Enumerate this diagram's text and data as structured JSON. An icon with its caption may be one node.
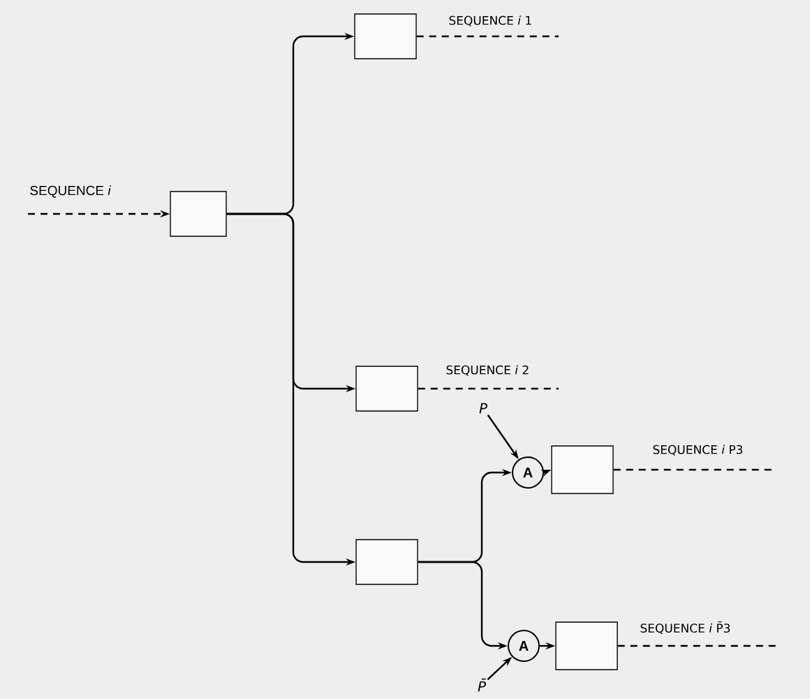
{
  "diagram": {
    "nodes": [
      {
        "text": [],
        "shape": "box"
      },
      {
        "text": [],
        "shape": "box",
        "beside": [
          "SEQUENCE *i* 1"
        ]
      },
      {
        "text": [],
        "shape": "box",
        "beside": [
          "SEQUENCE *i* 2"
        ]
      },
      {
        "text": [],
        "shape": "box"
      },
      {
        "text": [
          "A"
        ]
      },
      {
        "text": [
          "A"
        ]
      },
      {
        "text": [],
        "shape": "box",
        "beside": [
          "SEQUENCE *i* P3"
        ]
      },
      {
        "text": [],
        "shape": "box",
        "beside": [
          "SEQUENCE *i* P̄3"
        ]
      },
      {
        "text": [
          "P"
        ]
      },
      {
        "text": [
          "P̄"
        ]
      }
    ],
    "edges": [
      {
        "from": null,
        "to": 0,
        "arrow": "to",
        "style": "dashed",
        "label": "SEQUENCE *i*"
      },
      {
        "from": 0,
        "to": 1,
        "arrow": "to"
      },
      {
        "from": 0,
        "to": 2,
        "arrow": "to"
      },
      {
        "from": 0,
        "to": 3,
        "arrow": "to"
      },
      {
        "from": 1,
        "to": null,
        "arrow": "none",
        "style": "dashed"
      },
      {
        "from": 2,
        "to": null,
        "arrow": "none",
        "style": "dashed"
      },
      {
        "from": 3,
        "to": 4,
        "arrow": "to"
      },
      {
        "from": 3,
        "to": 5,
        "arrow": "to"
      },
      {
        "from": 8,
        "to": 4,
        "arrow": "to"
      },
      {
        "from": 9,
        "to": 5,
        "arrow": "to"
      },
      {
        "from": 4,
        "to": 6,
        "arrow": "to"
      },
      {
        "from": 5,
        "to": 7,
        "arrow": "to"
      },
      {
        "from": 6,
        "to": null,
        "arrow": "none",
        "style": "dashed"
      },
      {
        "from": 7,
        "to": null,
        "arrow": "none",
        "style": "dashed"
      }
    ]
  }
}
